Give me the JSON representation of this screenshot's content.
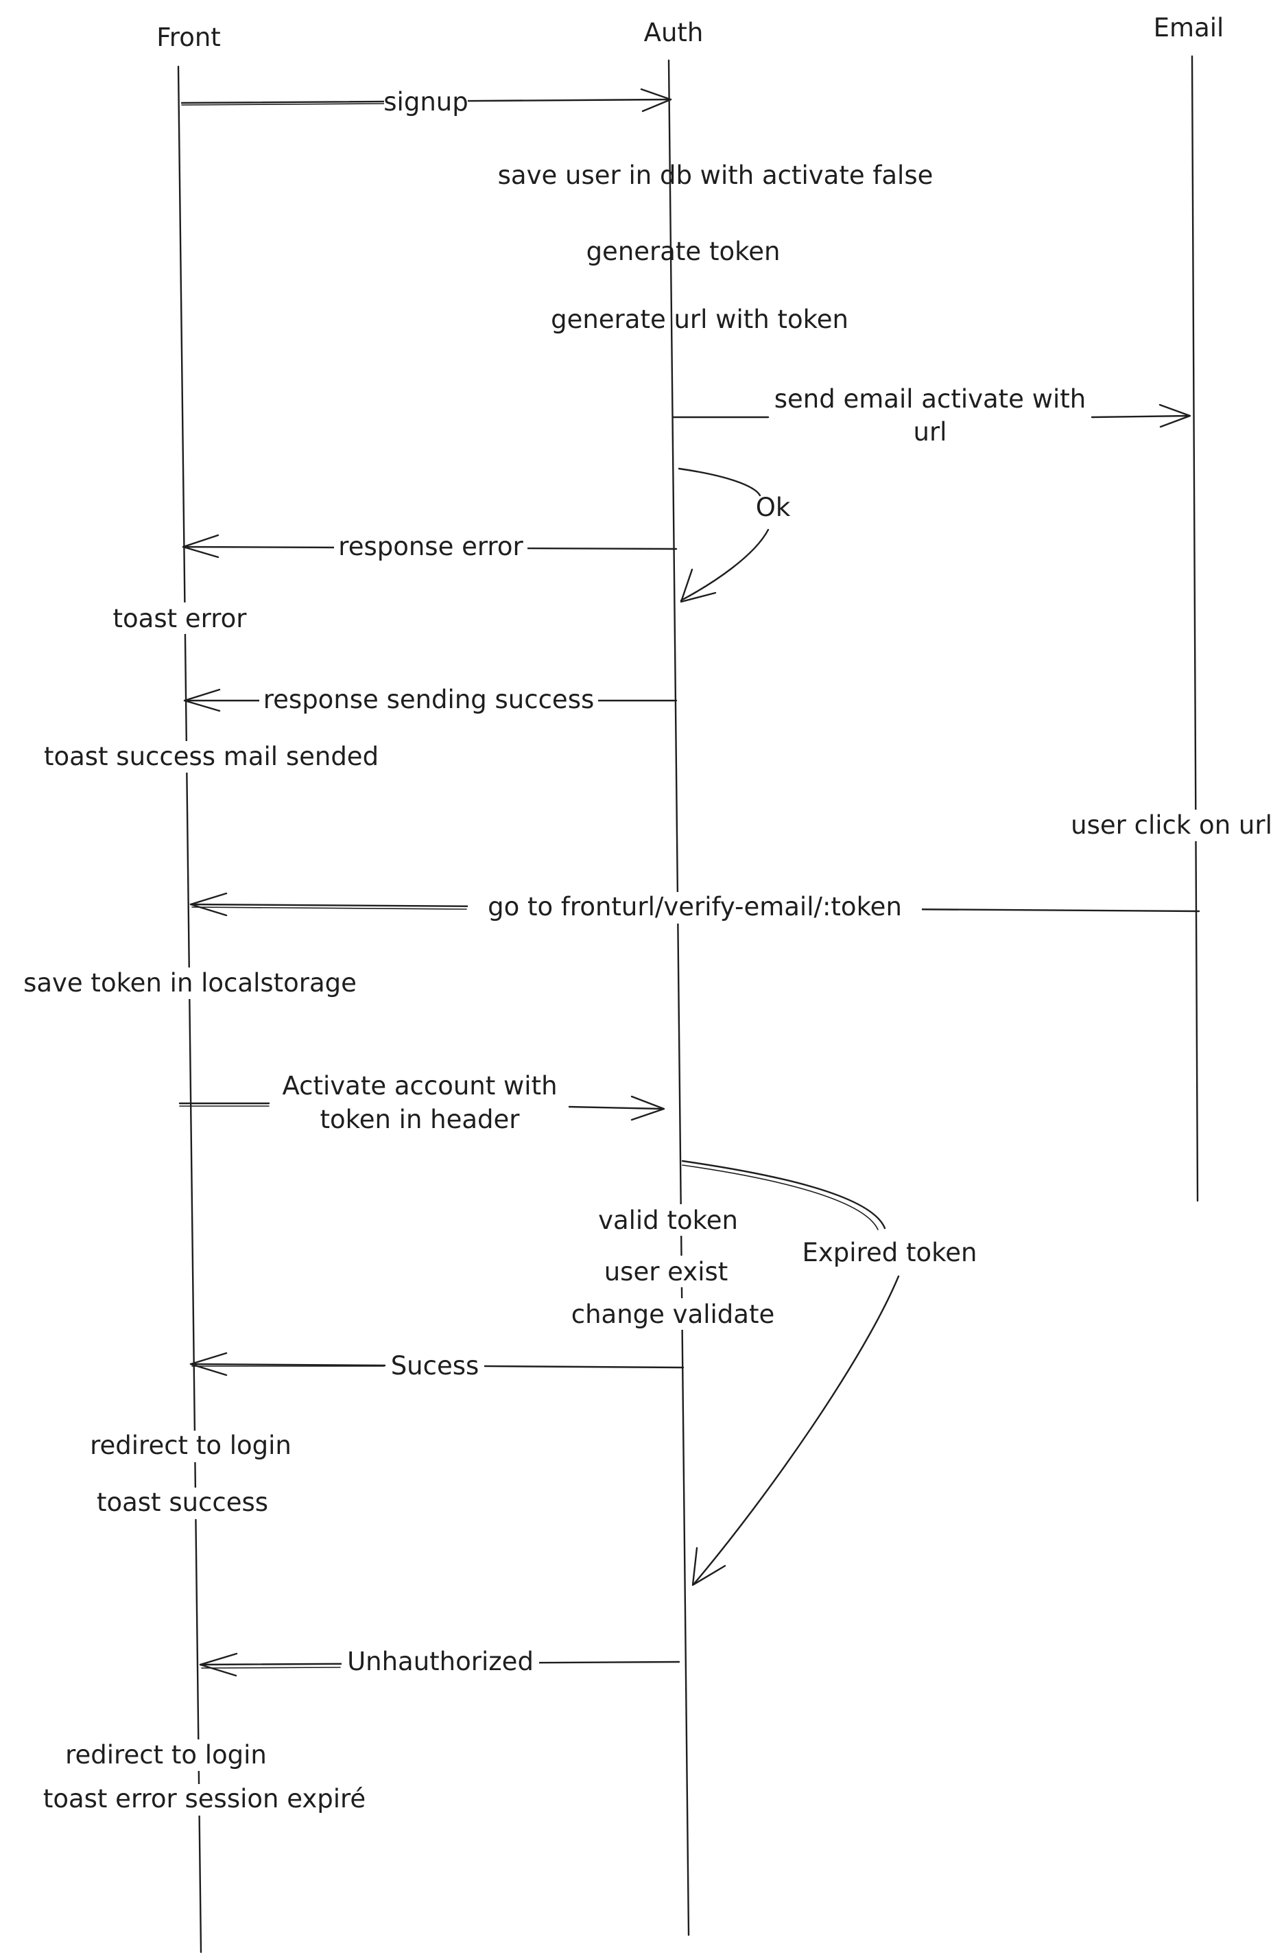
{
  "participants": {
    "front": "Front",
    "auth": "Auth",
    "email": "Email"
  },
  "messages": {
    "signup": "signup",
    "send_email": [
      "send email activate with",
      "url"
    ],
    "ok": "Ok",
    "response_error": "response error",
    "response_success": "response sending success",
    "go_to_front": "go to fronturl/verify-email/:token",
    "activate_account": [
      "Activate account with",
      "token in header"
    ],
    "expired_token": "Expired token",
    "success": "Sucess",
    "unauthorized": "Unhauthorized"
  },
  "notes": {
    "save_user": "save user in db with activate false",
    "generate_token": "generate token",
    "generate_url": "generate url with token",
    "toast_error": "toast error",
    "toast_success_mail": "toast success mail sended",
    "user_click": "user click on url",
    "save_token": "save token in localstorage",
    "valid_token": "valid token",
    "user_exist": "user exist",
    "change_validate": "change validate",
    "redirect_login_1": "redirect to login",
    "toast_success": "toast success",
    "redirect_login_2": "redirect to login",
    "toast_error_session": "toast error session expiré"
  }
}
